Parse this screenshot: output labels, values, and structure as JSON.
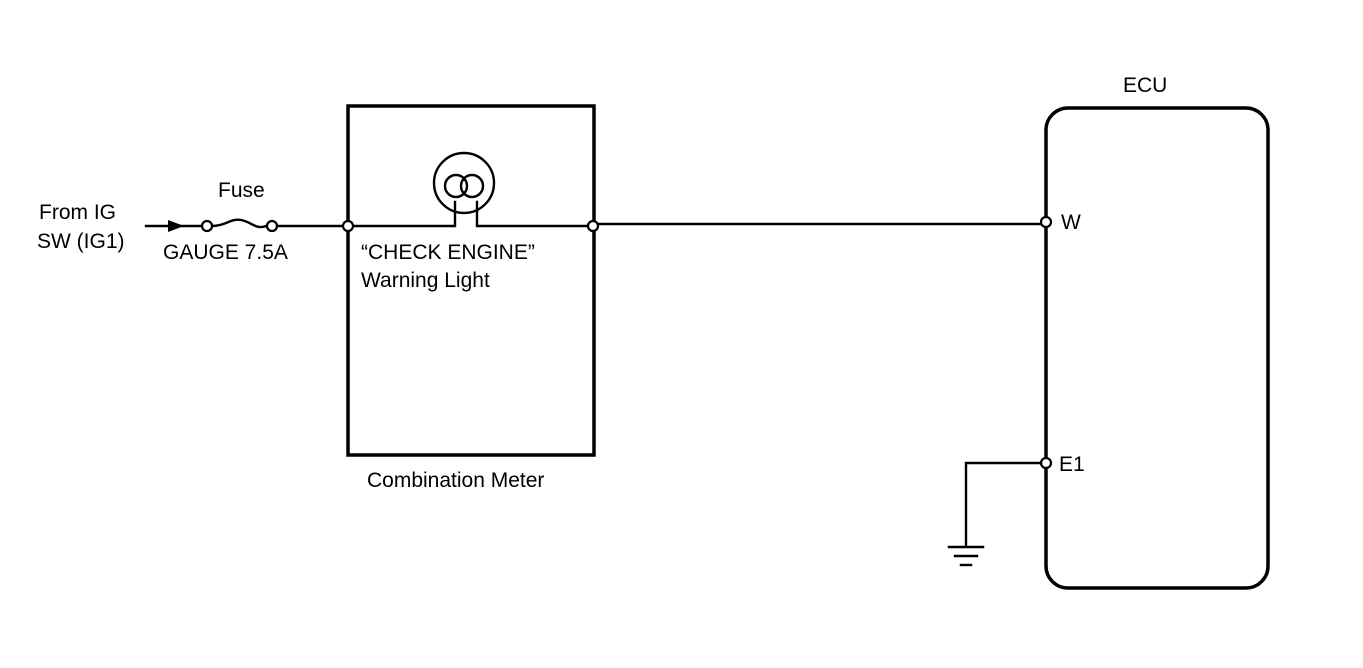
{
  "input": {
    "line1": "From IG",
    "line2": "SW (IG1)"
  },
  "fuse": {
    "label": "Fuse",
    "rating": "GAUGE 7.5A"
  },
  "combination_meter": {
    "name": "Combination Meter",
    "lamp_line1": "“CHECK ENGINE”",
    "lamp_line2": "Warning Light"
  },
  "ecu": {
    "name": "ECU",
    "terminal_w": "W",
    "terminal_e1": "E1"
  }
}
